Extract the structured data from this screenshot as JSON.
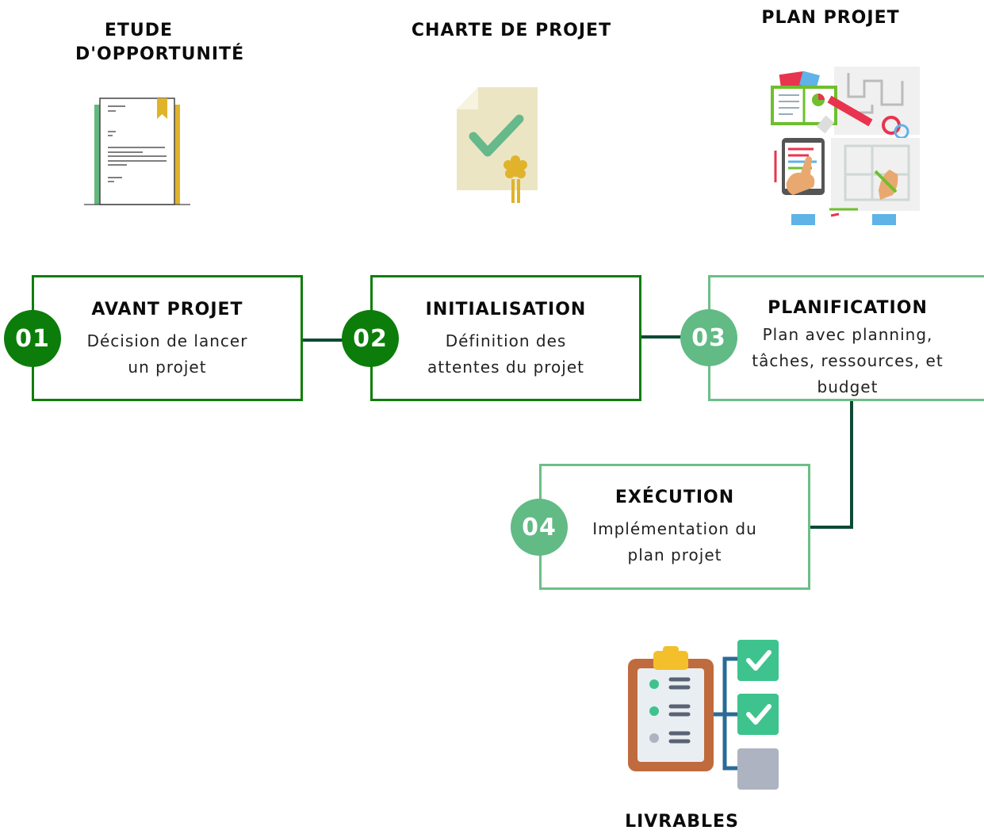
{
  "headings": {
    "etude": [
      "ETUDE",
      "D'OPPORTUNITÉ"
    ],
    "charte": "CHARTE DE PROJET",
    "plan": "PLAN PROJET",
    "livrables": "LIVRABLES"
  },
  "steps": [
    {
      "number": "01",
      "title": "AVANT PROJET",
      "desc": [
        "Décision de lancer",
        "un projet"
      ]
    },
    {
      "number": "02",
      "title": "INITIALISATION",
      "desc": [
        "Définition des",
        "attentes du projet"
      ]
    },
    {
      "number": "03",
      "title": "PLANIFICATION",
      "desc": [
        "Plan avec planning,",
        "tâches, ressources, et",
        "budget"
      ]
    },
    {
      "number": "04",
      "title": "EXÉCUTION",
      "desc": [
        "Implémentation du",
        "plan projet"
      ]
    }
  ],
  "colors": {
    "dark_green": "#0c7d0a",
    "light_green": "#62ba85",
    "connector": "#0e4a34"
  },
  "icons": [
    "document-icon",
    "certificate-icon",
    "planning-illustration-icon",
    "checklist-icon"
  ]
}
